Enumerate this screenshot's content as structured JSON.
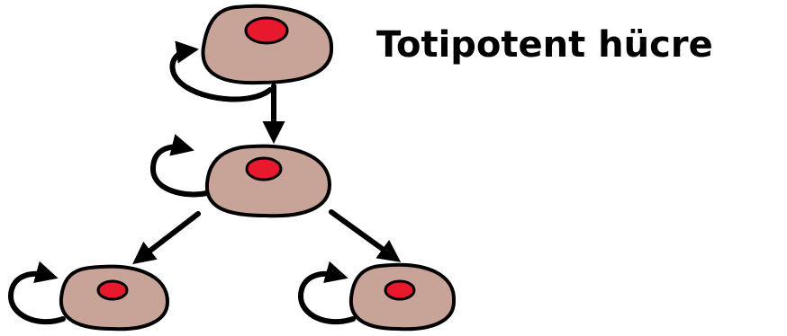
{
  "diagram": {
    "title": "Totipotent hücre",
    "colors": {
      "cell_body": "#c7a497",
      "nucleus": "#e8192c",
      "stroke": "#000000",
      "background": "#ffffff"
    },
    "nodes": [
      {
        "id": "totipotent-cell",
        "label": "",
        "level": 0,
        "self_renewal_arrow": true
      },
      {
        "id": "middle-cell",
        "label": "",
        "level": 1,
        "self_renewal_arrow": true
      },
      {
        "id": "bottom-left-cell",
        "label": "",
        "level": 2,
        "self_renewal_arrow": true
      },
      {
        "id": "bottom-right-cell",
        "label": "",
        "level": 2,
        "self_renewal_arrow": true
      }
    ],
    "edges": [
      {
        "from": "totipotent-cell",
        "to": "middle-cell"
      },
      {
        "from": "middle-cell",
        "to": "bottom-left-cell"
      },
      {
        "from": "middle-cell",
        "to": "bottom-right-cell"
      }
    ]
  }
}
